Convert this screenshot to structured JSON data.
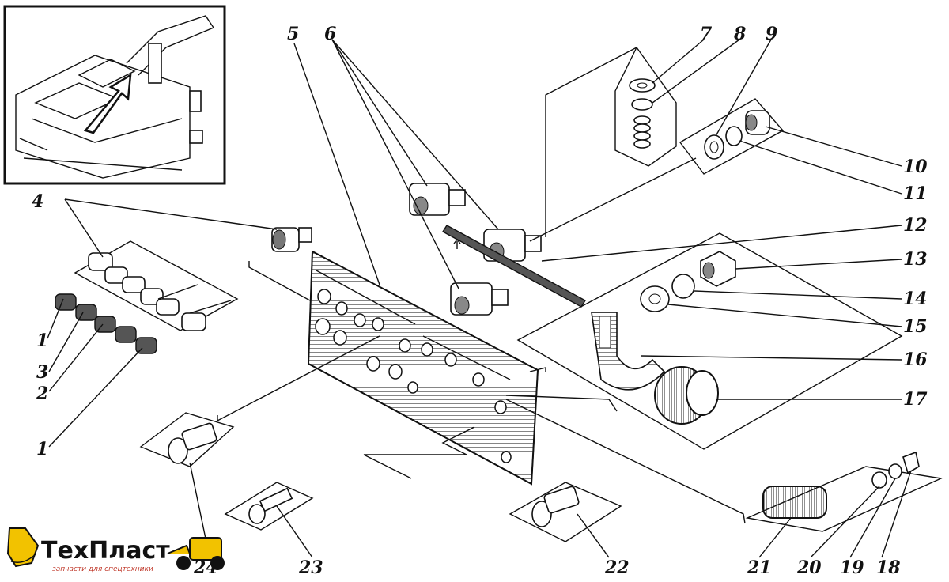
{
  "diagram": {
    "callouts": [
      "1",
      "2",
      "3",
      "4",
      "5",
      "6",
      "7",
      "8",
      "9",
      "10",
      "11",
      "12",
      "13",
      "14",
      "15",
      "16",
      "17",
      "18",
      "19",
      "20",
      "21",
      "22",
      "23",
      "24"
    ],
    "second_label_1": "1"
  },
  "logo": {
    "name": "ТехПласт",
    "tagline": "запчасти для спецтехники",
    "colors": {
      "brand": "#f2c200",
      "text": "#111111",
      "tagline": "#c0392b"
    }
  }
}
